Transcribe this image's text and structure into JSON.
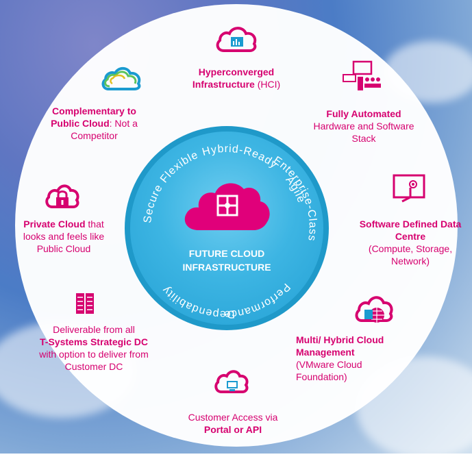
{
  "center": {
    "title_line1": "FUTURE CLOUD",
    "title_line2": "INFRASTRUCTURE",
    "ring_words": [
      "Secure",
      "Flexible",
      "Hybrid-Ready",
      "Agile",
      "Enterprise-Class",
      "Performance",
      "Dependability"
    ]
  },
  "items": {
    "hci": {
      "bold": "Hyperconverged Infrastructure",
      "plain": " (HCI)"
    },
    "automated": {
      "bold": "Fully Automated",
      "plain": "Hardware and Software Stack"
    },
    "sddc": {
      "bold": "Software Defined Data Centre",
      "plain": "(Compute, Storage, Network)"
    },
    "multi": {
      "bold": "Multi/ Hybrid Cloud Management",
      "plain": "(VMware Cloud Foundation)"
    },
    "access": {
      "plain": "Customer Access via",
      "bold": "Portal or API"
    },
    "deliverable": {
      "plain1": "Deliverable from all",
      "bold": "T-Systems Strategic DC",
      "plain2": "with option to deliver from Customer DC"
    },
    "private": {
      "bold": "Private Cloud",
      "plain1": " that",
      "plain2": "looks and  feels like Public Cloud"
    },
    "complementary": {
      "bold": "Complementary to Public Cloud",
      "plain": ": Not a Competitor"
    }
  },
  "icons": [
    "chart-cloud-icon",
    "rainbow-cloud-icon",
    "people-computer-icon",
    "touchscreen-icon",
    "globe-cloud-icon",
    "computer-cloud-icon",
    "server-rack-icon",
    "lock-cloud-icon",
    "puzzle-cloud-icon"
  ],
  "colors": {
    "accent": "#d6006f",
    "inner": "#3db5e3"
  }
}
